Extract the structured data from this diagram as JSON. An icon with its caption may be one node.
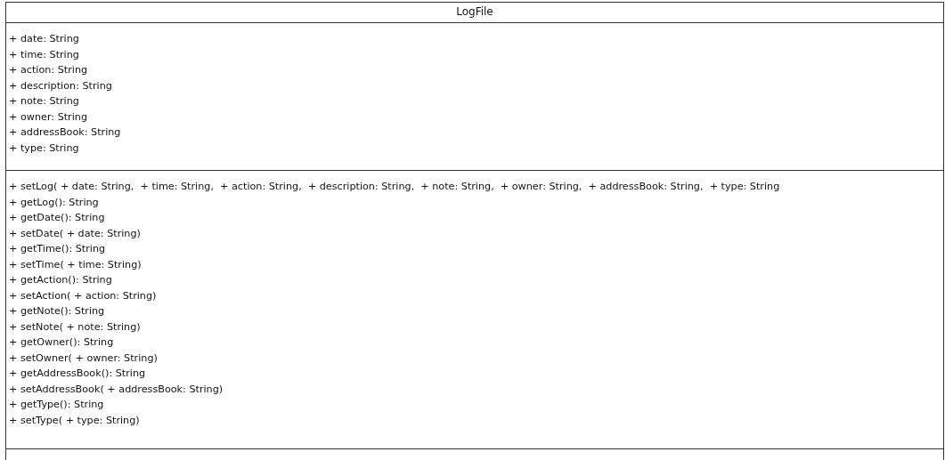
{
  "diagram": {
    "nodes": [
      {
        "text": [
          "LogFile"
        ]
      },
      {
        "text": [
          "+ date: String",
          "+ time: String",
          "+ action: String",
          "+ description: String",
          "+ note: String",
          "+ owner: String",
          "+ addressBook: String",
          "+ type: String"
        ],
        "in": 0
      },
      {
        "text": [
          "+ setLog( + date: String,  + time: String,  + action: String,  + description: String,  + note: String,  + owner: String,  + addressBook: String,  + type: String",
          "+ getLog(): String",
          "+ getDate(): String",
          "+ setDate( + date: String)",
          "+ getTime(): String",
          "+ setTime( + time: String)",
          "+ getAction(): String",
          "+ setAction( + action: String)",
          "+ getNote(): String",
          "+ setNote( + note: String)",
          "+ getOwner(): String",
          "+ setOwner( + owner: String)",
          "+ getAddressBook(): String",
          "+ setAddressBook( + addressBook: String)",
          "+ getType(): String",
          "+ setType( + type: String)"
        ],
        "in": 0
      },
      {
        "text": [],
        "shape": "box",
        "in": 0
      }
    ]
  }
}
